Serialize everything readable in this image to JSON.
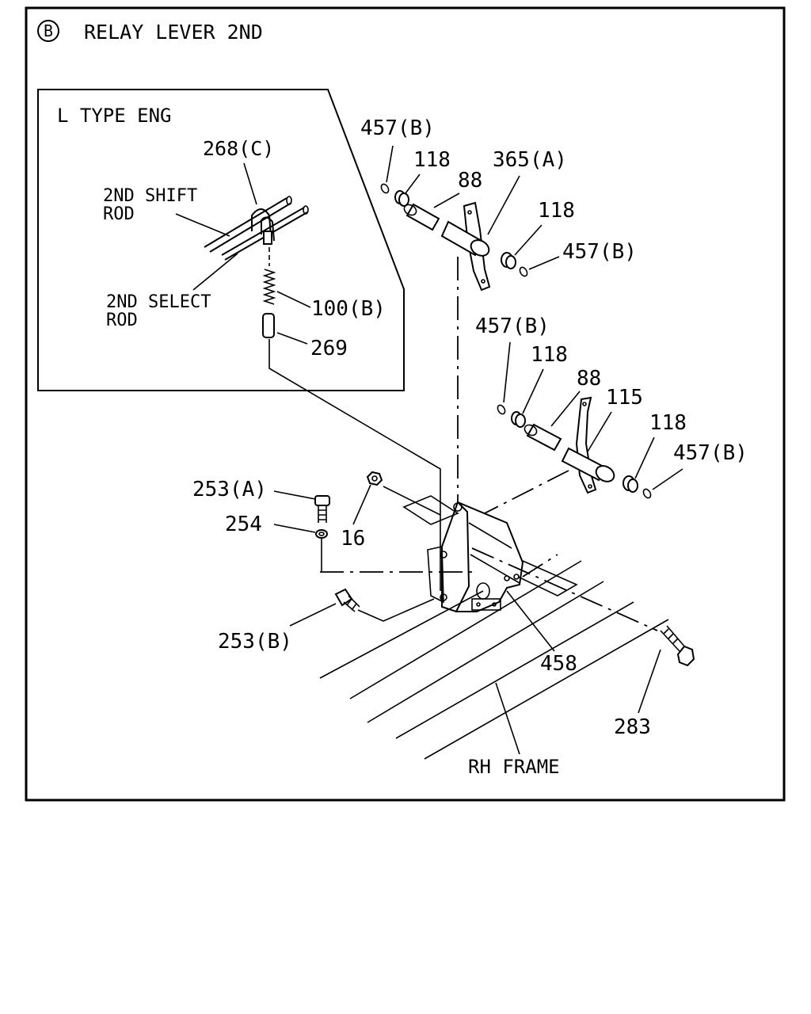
{
  "section_marker": "B",
  "title": "RELAY LEVER 2ND",
  "inset": {
    "title": "L TYPE ENG",
    "labels": {
      "part_268c": "268(C)",
      "shift_rod_1": "2ND SHIFT",
      "shift_rod_2": "ROD",
      "select_rod_1": "2ND SELECT",
      "select_rod_2": "ROD",
      "part_100b": "100(B)",
      "part_269": "269"
    }
  },
  "upper_lever": {
    "part_457b_left": "457(B)",
    "part_118_left": "118",
    "part_88": "88",
    "part_365a": "365(A)",
    "part_118_right": "118",
    "part_457b_right": "457(B)"
  },
  "lower_lever": {
    "part_457b_left": "457(B)",
    "part_118_left": "118",
    "part_88": "88",
    "part_115": "115",
    "part_118_right": "118",
    "part_457b_right": "457(B)"
  },
  "bracket": {
    "part_253a": "253(A)",
    "part_254": "254",
    "part_16": "16",
    "part_253b": "253(B)",
    "part_458": "458",
    "part_283": "283",
    "frame_label": "RH FRAME"
  }
}
